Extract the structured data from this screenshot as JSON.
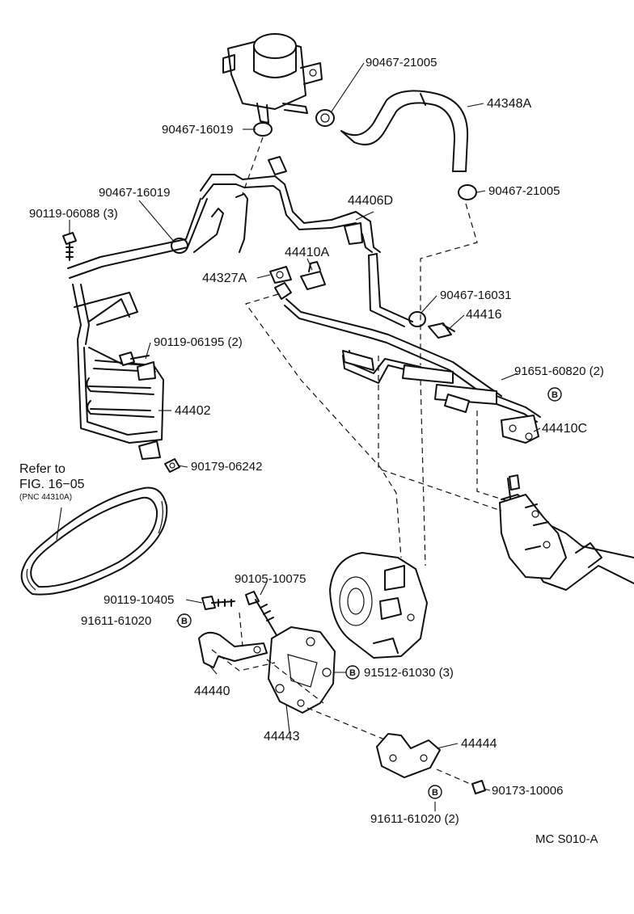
{
  "diagram": {
    "drawing_code": "MC S010-A",
    "refer_note": {
      "line1": "Refer to",
      "line2": "FIG. 16−05",
      "line3": "(PNC 44310A)"
    },
    "labels": {
      "p90467_21005_top": "90467-21005",
      "p44348A": "44348A",
      "p90467_16019_top": "90467-16019",
      "p90467_21005_mid": "90467-21005",
      "p90467_16019_mid": "90467-16019",
      "p44406D": "44406D",
      "p90119_06088": "90119-06088 (3)",
      "p44410A": "44410A",
      "p44327A": "44327A",
      "p90467_16031": "90467-16031",
      "p44416": "44416",
      "p90119_06195": "90119-06195 (2)",
      "p91651_60820": "91651-60820 (2)",
      "p44402": "44402",
      "p44410C": "44410C",
      "p90179_06242": "90179-06242",
      "p90105_10075": "90105-10075",
      "p90119_10405": "90119-10405",
      "p91611_61020_top": "91611-61020",
      "p91512_61030": "91512-61030 (3)",
      "p44440": "44440",
      "p44443": "44443",
      "p44444": "44444",
      "p90173_10006": "90173-10006",
      "p91611_61020_bot": "91611-61020 (2)"
    },
    "callout_letter": "B"
  }
}
